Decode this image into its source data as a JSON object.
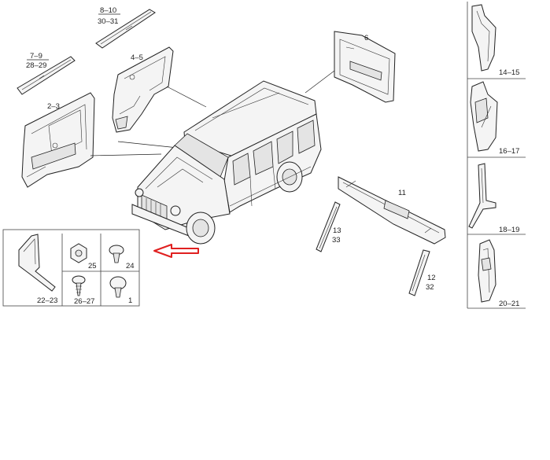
{
  "callouts": {
    "c_8_10": "8–10",
    "c_30_31": "30–31",
    "c_7_9": "7–9",
    "c_28_29": "28–29",
    "c_4_5": "4–5",
    "c_2_3": "2–3",
    "c_6": "6",
    "c_11": "11",
    "c_13": "13",
    "c_33": "33",
    "c_12": "12",
    "c_32": "32"
  },
  "box_left": {
    "c_22_23": "22–23",
    "c_25": "25",
    "c_24": "24",
    "c_26_27": "26–27",
    "c_1": "1"
  },
  "box_right": {
    "c_14_15": "14–15",
    "c_16_17": "16–17",
    "c_18_19": "18–19",
    "c_20_21": "20–21"
  },
  "colors": {
    "arrow": "#e02020",
    "line": "#222222"
  }
}
